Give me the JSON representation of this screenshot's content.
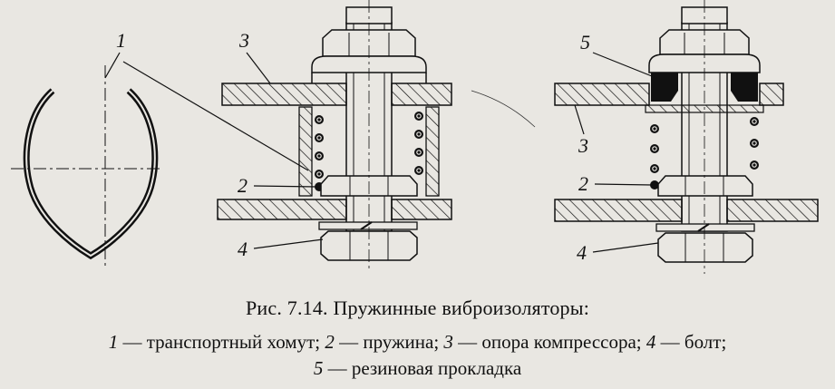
{
  "labels": {
    "clamp": "1",
    "spring": "2",
    "support": "3",
    "bolt": "4",
    "gasket": "5"
  },
  "caption": {
    "title": "Рис. 7.14. Пружинные виброизоляторы:",
    "legend": [
      {
        "num": "1",
        "text": " — транспортный хомут; "
      },
      {
        "num": "2",
        "text": " — пружина; "
      },
      {
        "num": "3",
        "text": " — опора компрессора; "
      },
      {
        "num": "4",
        "text": " — болт;"
      },
      {
        "num": "5",
        "text": " — резиновая прокладка"
      }
    ]
  },
  "colors": {
    "ink": "#111111",
    "paper": "#e9e7e2"
  }
}
